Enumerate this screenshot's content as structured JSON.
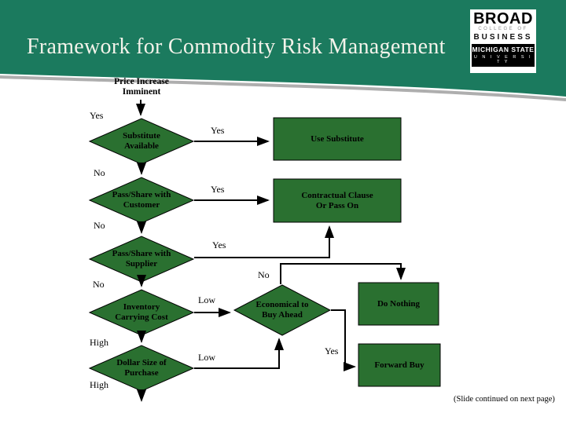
{
  "slide": {
    "title": "Framework for Commodity Risk Management",
    "footer_note": "(Slide continued on next page)"
  },
  "logo": {
    "broad": "BROAD",
    "college_of": "COLLEGE OF",
    "business": "BUSINESS",
    "michigan_state": "MICHIGAN STATE",
    "university": "U N I V E R S I T Y"
  },
  "colors": {
    "header_green": "#1b7a5e",
    "node_green": "#2a7030",
    "title_text": "#f3f3ea"
  },
  "flowchart": {
    "start_label": "Price Increase\nImminent",
    "nodes": {
      "substitute_available": "Substitute\nAvailable",
      "use_substitute": "Use Substitute",
      "pass_share_customer": "Pass/Share with\nCustomer",
      "contractual_clause": "Contractual Clause\nOr Pass On",
      "pass_share_supplier": "Pass/Share with\nSupplier",
      "inventory_carrying_cost": "Inventory\nCarrying Cost",
      "economical_to_buy_ahead": "Economical to\nBuy Ahead",
      "do_nothing": "Do Nothing",
      "dollar_size_of_purchase": "Dollar Size of\nPurchase",
      "forward_buy": "Forward Buy"
    },
    "edge_labels": {
      "yes_top": "Yes",
      "yes_substitute": "Yes",
      "no_substitute": "No",
      "yes_customer": "Yes",
      "no_customer": "No",
      "yes_supplier": "Yes",
      "no_supplier": "No",
      "no_economical": "No",
      "low_inventory": "Low",
      "high_inventory": "High",
      "low_dollar": "Low",
      "yes_economical": "Yes",
      "high_dollar": "High"
    }
  }
}
